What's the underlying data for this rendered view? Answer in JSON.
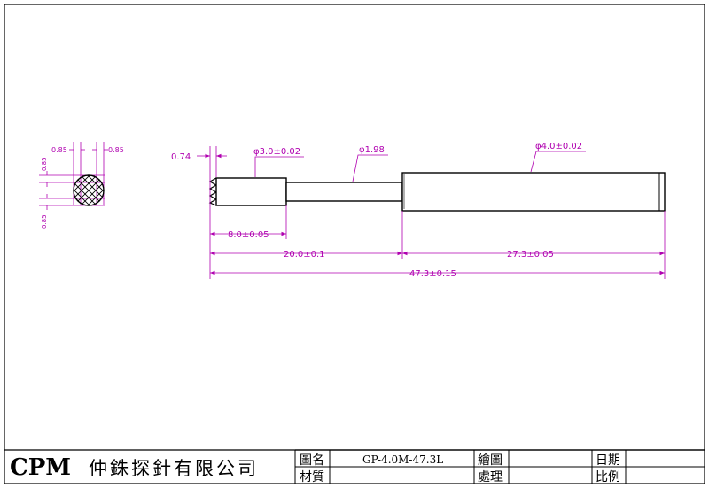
{
  "end_view": {
    "top_left": "0.85",
    "top_right": "0.85",
    "left_upper": "0.85",
    "left_lower": "0.85"
  },
  "side_view": {
    "tip_depth": "0.74",
    "head_diameter": "φ3.0±0.02",
    "neck_diameter": "φ1.98",
    "barrel_diameter": "φ4.0±0.02",
    "head_length": "8.0±0.05",
    "front_length": "20.0±0.1",
    "barrel_length": "27.3±0.05",
    "overall_length": "47.3±0.15"
  },
  "title_block": {
    "logo": "CPM",
    "company": "仲銖探針有限公司",
    "drawing_name_label": "圖名",
    "drawing_name_value": "GP-4.0M-47.3L",
    "material_label": "材質",
    "material_value": "",
    "drafted_label": "繪圖",
    "drafted_value": "",
    "processed_label": "處理",
    "processed_value": "",
    "date_label": "日期",
    "date_value": "",
    "scale_label": "比例",
    "scale_value": ""
  }
}
